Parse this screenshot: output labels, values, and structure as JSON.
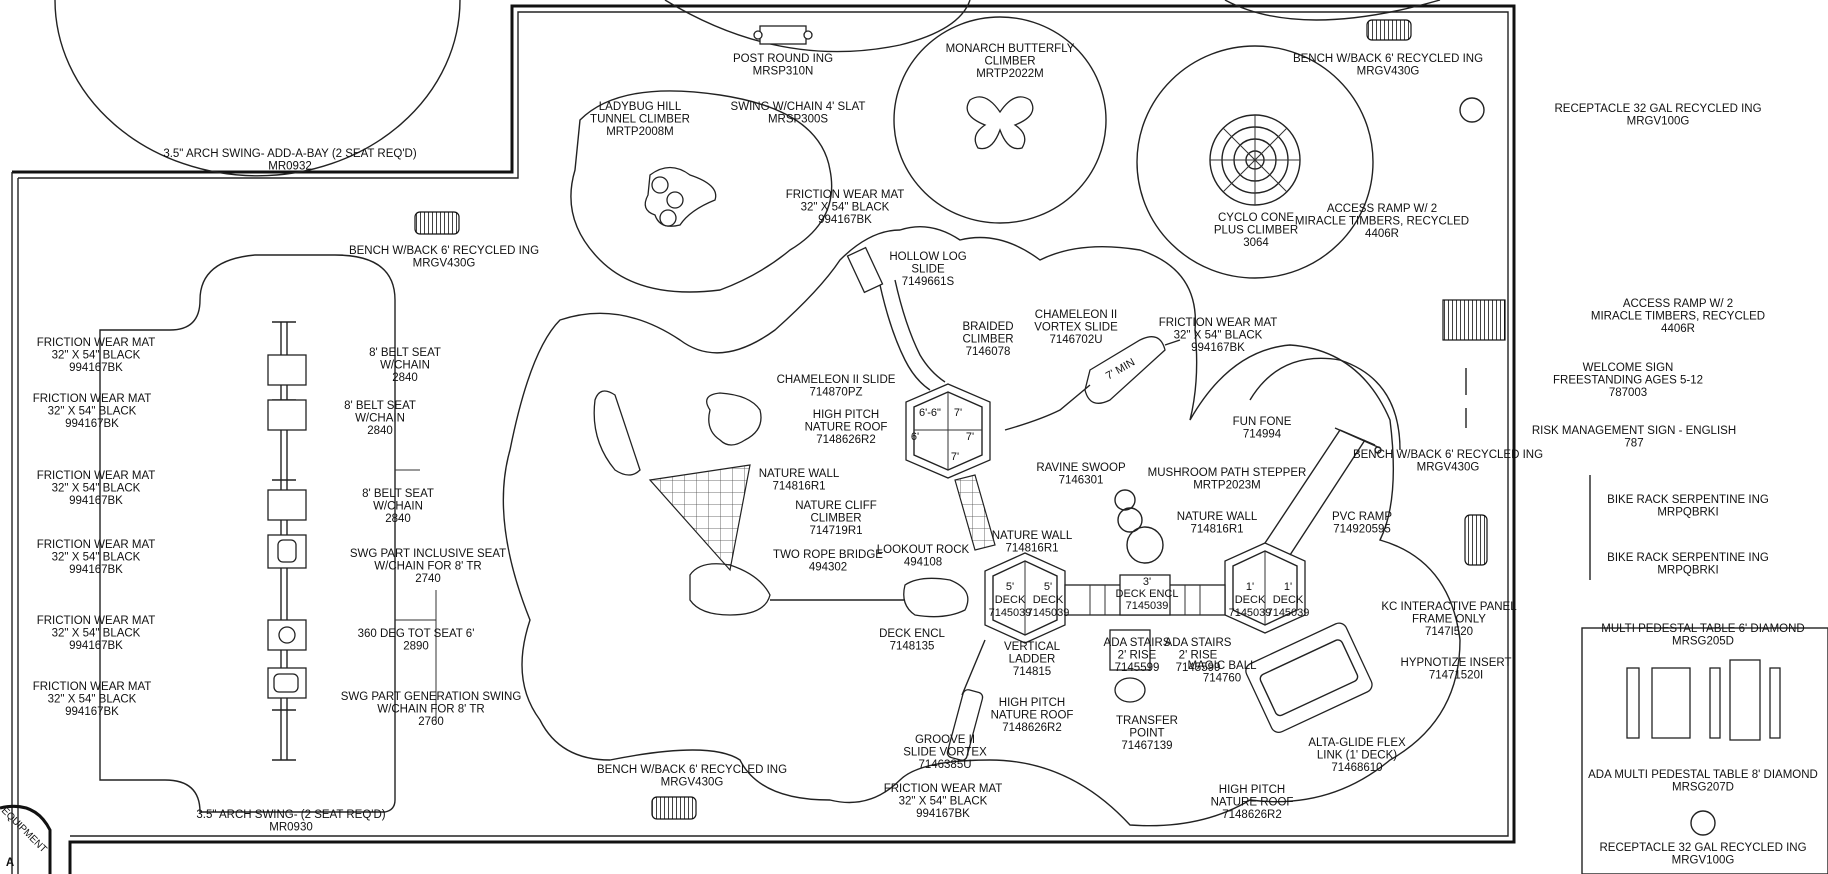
{
  "labels": {
    "post_round": [
      "POST ROUND ING",
      "MRSP310N"
    ],
    "monarch": [
      "MONARCH BUTTERFLY",
      "CLIMBER",
      "MRTP2022M"
    ],
    "bench_top_right": [
      "BENCH W/BACK 6' RECYCLED ING",
      "MRGV430G"
    ],
    "ladybug": [
      "LADYBUG HILL",
      "TUNNEL CLIMBER",
      "MRTP2008M"
    ],
    "swing_chain": [
      "SWING W/CHAIN 4' SLAT",
      "MRSP300S"
    ],
    "receptacle_top": [
      "RECEPTACLE 32 GAL RECYCLED ING",
      "MRGV100G"
    ],
    "arch_swing_bay": [
      "3.5\" ARCH SWING- ADD-A-BAY (2 SEAT REQ'D)",
      "MR0932"
    ],
    "mat_top": [
      "FRICTION WEAR MAT",
      "32\" X 54\" BLACK",
      "994167BK"
    ],
    "access_ramp_1": [
      "ACCESS RAMP W/ 2",
      "MIRACLE TIMBERS, RECYCLED",
      "4406R"
    ],
    "cyclo_cone": [
      "CYCLO CONE",
      "PLUS CLIMBER",
      "3064"
    ],
    "bench_left": [
      "BENCH W/BACK 6' RECYCLED ING",
      "MRGV430G"
    ],
    "hollow_log": [
      "HOLLOW LOG",
      "SLIDE",
      "7149661S"
    ],
    "access_ramp_2": [
      "ACCESS RAMP W/ 2",
      "MIRACLE TIMBERS, RECYCLED",
      "4406R"
    ],
    "braided": [
      "BRAIDED",
      "CLIMBER",
      "7146078"
    ],
    "chameleon_vortex": [
      "CHAMELEON II",
      "VORTEX SLIDE",
      "7146702U"
    ],
    "mat_right": [
      "FRICTION WEAR MAT",
      "32\" X 54\" BLACK",
      "994167BK"
    ],
    "mat_l1": [
      "FRICTION WEAR MAT",
      "32\" X 54\" BLACK",
      "994167BK"
    ],
    "belt_1": [
      "8' BELT SEAT",
      "W/CHAIN",
      "2840"
    ],
    "welcome_sign": [
      "WELCOME SIGN",
      "FREESTANDING AGES 5-12",
      "787003"
    ],
    "mat_l2": [
      "FRICTION WEAR MAT",
      "32\" X 54\" BLACK",
      "994167BK"
    ],
    "belt_2": [
      "8' BELT SEAT",
      "W/CHAIN",
      "2840"
    ],
    "chameleon_slide": [
      "CHAMELEON II SLIDE",
      "714870PZ"
    ],
    "high_pitch_1": [
      "HIGH PITCH",
      "NATURE ROOF",
      "7148626R2"
    ],
    "fun_fone": [
      "FUN FONE",
      "714994"
    ],
    "risk_sign": [
      "RISK MANAGEMENT SIGN - ENGLISH",
      "787"
    ],
    "bench_right": [
      "BENCH W/BACK 6' RECYCLED ING",
      "MRGV430G"
    ],
    "ravine": [
      "RAVINE SWOOP",
      "7146301"
    ],
    "mushroom": [
      "MUSHROOM PATH STEPPER",
      "MRTP2023M"
    ],
    "mat_l3": [
      "FRICTION WEAR MAT",
      "32\" X 54\" BLACK",
      "994167BK"
    ],
    "nature_wall_1": [
      "NATURE WALL",
      "714816R1"
    ],
    "bike_rack_1": [
      "BIKE RACK SERPENTINE ING",
      "MRPQBRKI"
    ],
    "belt_3": [
      "8' BELT SEAT",
      "W/CHAIN",
      "2840"
    ],
    "nature_cliff": [
      "NATURE CLIFF",
      "CLIMBER",
      "714719R1"
    ],
    "nature_wall_2": [
      "NATURE WALL",
      "714816R1"
    ],
    "pvc_ramp": [
      "PVC RAMP",
      "714920595"
    ],
    "nature_wall_3": [
      "NATURE WALL",
      "714816R1"
    ],
    "bike_rack_2": [
      "BIKE RACK SERPENTINE ING",
      "MRPQBRKI"
    ],
    "mat_l4": [
      "FRICTION WEAR MAT",
      "32\" X 54\" BLACK",
      "994167BK"
    ],
    "inclusive_seat": [
      "SWG PART INCLUSIVE SEAT",
      "W/CHAIN FOR 8' TR",
      "2740"
    ],
    "two_rope": [
      "TWO ROPE BRIDGE",
      "494302"
    ],
    "lookout_rock": [
      "LOOKOUT ROCK",
      "494108"
    ],
    "kc_panel": [
      "KC INTERACTIVE PANEL",
      "FRAME ONLY",
      "7147I520"
    ],
    "multi_table": [
      "MULTI PEDESTAL TABLE 6' DIAMOND",
      "MRSG205D"
    ],
    "mat_l5": [
      "FRICTION WEAR MAT",
      "32\" X 54\" BLACK",
      "994167BK"
    ],
    "tot_seat": [
      "360 DEG TOT SEAT 6'",
      "2890"
    ],
    "deck_encl_1": [
      "DECK ENCL",
      "7148135"
    ],
    "deck_encl_2": [
      "DECK ENCL",
      "7148135"
    ],
    "ada_stairs_1": [
      "ADA STAIRS",
      "2' RISE",
      "7145599"
    ],
    "ada_stairs_2": [
      "ADA STAIRS",
      "2' RISE",
      "7145599"
    ],
    "magic_ball": [
      "MAGIC BALL",
      "714760"
    ],
    "hypnotize": [
      "HYPNOTIZE INSERT",
      "71471520I"
    ],
    "vertical_ladder": [
      "VERTICAL",
      "LADDER",
      "714815"
    ],
    "high_pitch_2": [
      "HIGH PITCH",
      "NATURE ROOF",
      "7148626R2"
    ],
    "mat_l6": [
      "FRICTION WEAR MAT",
      "32\" X 54\" BLACK",
      "994167BK"
    ],
    "generation_swing": [
      "SWG PART GENERATION SWING",
      "W/CHAIN FOR 8' TR",
      "2760"
    ],
    "transfer_point": [
      "TRANSFER",
      "POINT",
      "71467139"
    ],
    "groove": [
      "GROOVE II",
      "SLIDE VORTEX",
      "7146385U"
    ],
    "alta_glide": [
      "ALTA-GLIDE FLEX",
      "LINK (1' DECK)",
      "71468610"
    ],
    "ada_multi_table": [
      "ADA MULTI PEDESTAL TABLE 8' DIAMOND",
      "MRSG207D"
    ],
    "bench_bottom": [
      "BENCH W/BACK 6' RECYCLED ING",
      "MRGV430G"
    ],
    "mat_bottom": [
      "FRICTION WEAR MAT",
      "32\" X 54\" BLACK",
      "994167BK"
    ],
    "high_pitch_3": [
      "HIGH PITCH",
      "NATURE ROOF",
      "7148626R2"
    ],
    "arch_swing": [
      "3.5\" ARCH SWING- (2 SEAT REQ'D)",
      "MR0930"
    ],
    "receptacle_bottom": [
      "RECEPTACLE 32 GAL RECYCLED ING",
      "MRGV100G"
    ]
  },
  "deck_tags": {
    "d6a": "6'-6\"",
    "d6b": "7'",
    "d6c": "6'",
    "d6d": "7'",
    "d6e": "7'",
    "d5a": [
      "5'",
      "DECK",
      "7145039"
    ],
    "d5b": [
      "5'",
      "DECK",
      "7145039"
    ],
    "d1a": [
      "1'",
      "DECK",
      "7145039"
    ],
    "d1b": [
      "1'",
      "DECK",
      "7145039"
    ],
    "d3": [
      "3'",
      "DECK ENCL",
      "7145039"
    ],
    "slide_tag": "7' MIN"
  },
  "seal": [
    "EQUIPMENT",
    "A"
  ]
}
